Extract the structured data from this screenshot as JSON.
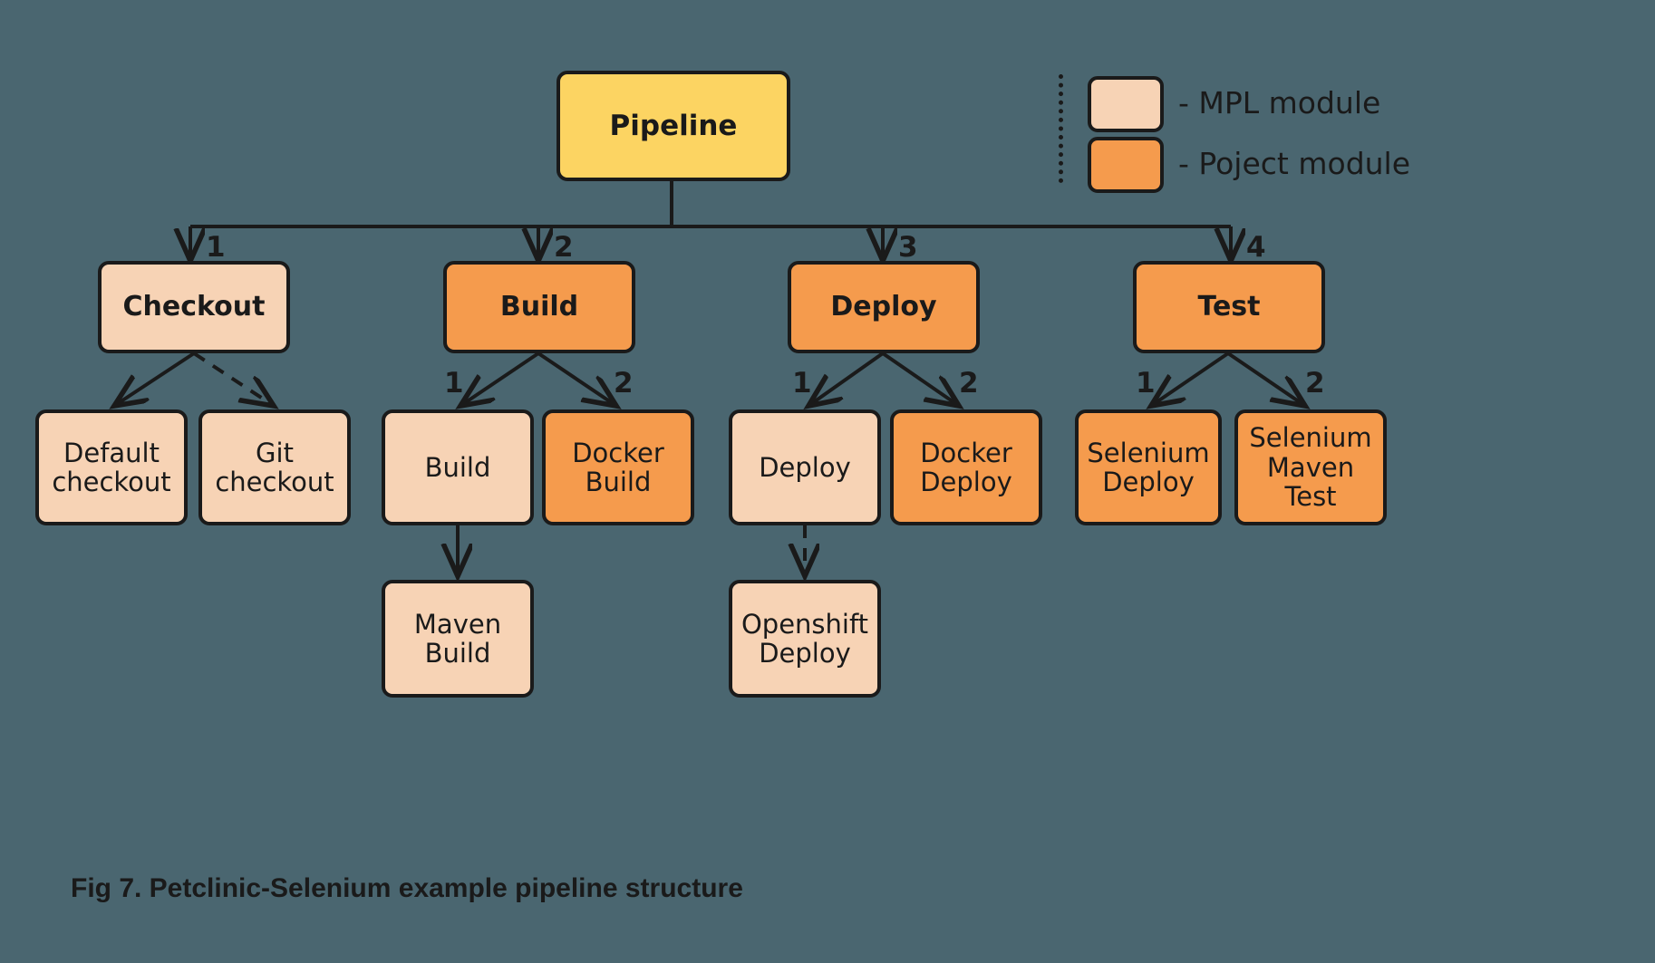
{
  "figure": {
    "caption": "Fig 7. Petclinic-Selenium example pipeline structure",
    "background_color": "#4a6670",
    "stroke_color": "#1a1a1a"
  },
  "legend": {
    "items": [
      {
        "label": "- MPL module",
        "color": "#f7d3b5",
        "swatch_name": "mpl-module-swatch"
      },
      {
        "label": "- Poject module",
        "color": "#f59b4d",
        "swatch_name": "project-module-swatch"
      }
    ]
  },
  "nodes": {
    "root": {
      "label": "Pipeline",
      "type": "root",
      "color": "#fcd462"
    },
    "checkout": {
      "label": "Checkout",
      "type": "mpl",
      "color": "#f7d3b5"
    },
    "build": {
      "label": "Build",
      "type": "project",
      "color": "#f59b4d"
    },
    "deploy": {
      "label": "Deploy",
      "type": "project",
      "color": "#f59b4d"
    },
    "test": {
      "label": "Test",
      "type": "project",
      "color": "#f59b4d"
    },
    "default_checkout": {
      "label": "Default\ncheckout",
      "type": "mpl",
      "color": "#f7d3b5"
    },
    "git_checkout": {
      "label": "Git\ncheckout",
      "type": "mpl",
      "color": "#f7d3b5"
    },
    "build_child": {
      "label": "Build",
      "type": "mpl",
      "color": "#f7d3b5"
    },
    "docker_build": {
      "label": "Docker\nBuild",
      "type": "project",
      "color": "#f59b4d"
    },
    "maven_build": {
      "label": "Maven\nBuild",
      "type": "mpl",
      "color": "#f7d3b5"
    },
    "deploy_child": {
      "label": "Deploy",
      "type": "mpl",
      "color": "#f7d3b5"
    },
    "docker_deploy": {
      "label": "Docker\nDeploy",
      "type": "project",
      "color": "#f59b4d"
    },
    "openshift_deploy": {
      "label": "Openshift\nDeploy",
      "type": "mpl",
      "color": "#f7d3b5"
    },
    "selenium_deploy": {
      "label": "Selenium\nDeploy",
      "type": "project",
      "color": "#f59b4d"
    },
    "selenium_maven": {
      "label": "Selenium\nMaven Test",
      "type": "project",
      "color": "#f59b4d"
    }
  },
  "edge_labels": {
    "root_to_checkout": "1",
    "root_to_build": "2",
    "root_to_deploy": "3",
    "root_to_test": "4",
    "build_to_build_child": "1",
    "build_to_docker_build": "2",
    "deploy_to_deploy_child": "1",
    "deploy_to_docker_deploy": "2",
    "test_to_selenium_deploy": "1",
    "test_to_selenium_maven": "2"
  },
  "edges": [
    {
      "from": "root",
      "to": "checkout",
      "style": "solid",
      "label": "1"
    },
    {
      "from": "root",
      "to": "build",
      "style": "solid",
      "label": "2"
    },
    {
      "from": "root",
      "to": "deploy",
      "style": "solid",
      "label": "3"
    },
    {
      "from": "root",
      "to": "test",
      "style": "solid",
      "label": "4"
    },
    {
      "from": "checkout",
      "to": "default_checkout",
      "style": "solid",
      "label": ""
    },
    {
      "from": "checkout",
      "to": "git_checkout",
      "style": "dashed",
      "label": ""
    },
    {
      "from": "build",
      "to": "build_child",
      "style": "solid",
      "label": "1"
    },
    {
      "from": "build",
      "to": "docker_build",
      "style": "solid",
      "label": "2"
    },
    {
      "from": "build_child",
      "to": "maven_build",
      "style": "solid",
      "label": ""
    },
    {
      "from": "deploy",
      "to": "deploy_child",
      "style": "solid",
      "label": "1"
    },
    {
      "from": "deploy",
      "to": "docker_deploy",
      "style": "solid",
      "label": "2"
    },
    {
      "from": "deploy_child",
      "to": "openshift_deploy",
      "style": "dashed",
      "label": ""
    },
    {
      "from": "test",
      "to": "selenium_deploy",
      "style": "solid",
      "label": "1"
    },
    {
      "from": "test",
      "to": "selenium_maven",
      "style": "solid",
      "label": "2"
    }
  ]
}
